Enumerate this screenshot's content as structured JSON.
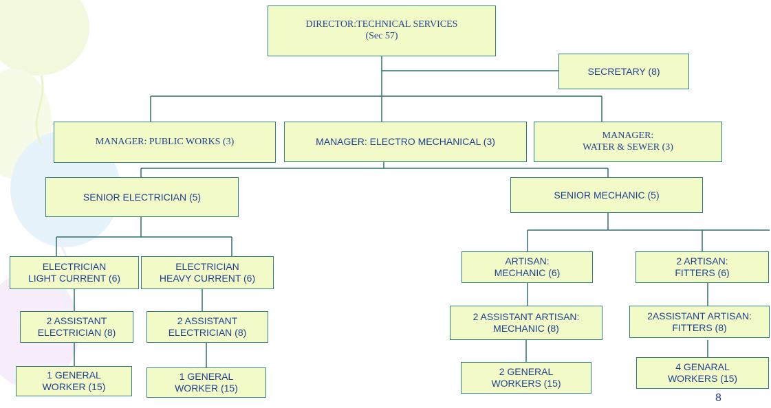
{
  "colors": {
    "box_fill": "#f2fbc8",
    "box_border": "#2f7f7a",
    "text": "#1f3f8f",
    "connector": "#2f6f6a"
  },
  "slide": {
    "page_number": "8"
  },
  "nodes": {
    "director": {
      "line1": "DIRECTOR:TECHNICAL SERVICES",
      "line2": "(Sec 57)"
    },
    "secretary": {
      "line1": "SECRETARY (8)"
    },
    "manager_public_works": {
      "line1": "MANAGER: PUBLIC WORKS (3)"
    },
    "manager_electro": {
      "line1": "MANAGER: ELECTRO MECHANICAL (3)"
    },
    "manager_water": {
      "line1": "MANAGER:",
      "line2": "WATER & SEWER (3)"
    },
    "senior_electrician": {
      "line1": "SENIOR ELECTRICIAN (5)"
    },
    "senior_mechanic": {
      "line1": "SENIOR MECHANIC (5)"
    },
    "electrician_light": {
      "line1": "ELECTRICIAN",
      "line2": "LIGHT CURRENT (6)"
    },
    "electrician_heavy": {
      "line1": "ELECTRICIAN",
      "line2": "HEAVY CURRENT (6)"
    },
    "assistant_electrician_1": {
      "line1": "2 ASSISTANT",
      "line2": "ELECTRICIAN (8)"
    },
    "assistant_electrician_2": {
      "line1": "2 ASSISTANT",
      "line2": "ELECTRICIAN (8)"
    },
    "general_worker_1": {
      "line1": "1 GENERAL",
      "line2": "WORKER (15)"
    },
    "general_worker_2": {
      "line1": "1 GENERAL",
      "line2": "WORKER (15)"
    },
    "artisan_mechanic": {
      "line1": "ARTISAN:",
      "line2": "MECHANIC (6)"
    },
    "artisan_fitters": {
      "line1": "2 ARTISAN:",
      "line2": "FITTERS (6)"
    },
    "assistant_artisan_mechanic": {
      "line1": "2 ASSISTANT ARTISAN:",
      "line2": "MECHANIC (8)"
    },
    "assistant_artisan_fitters": {
      "line1": "2ASSISTANT ARTISAN:",
      "line2": "FITTERS (8)"
    },
    "general_workers_mechanic": {
      "line1": "2 GENERAL",
      "line2": "WORKERS (15)"
    },
    "general_workers_fitters": {
      "line1": "4 GENARAL",
      "line2": "WORKERS (15)"
    }
  }
}
